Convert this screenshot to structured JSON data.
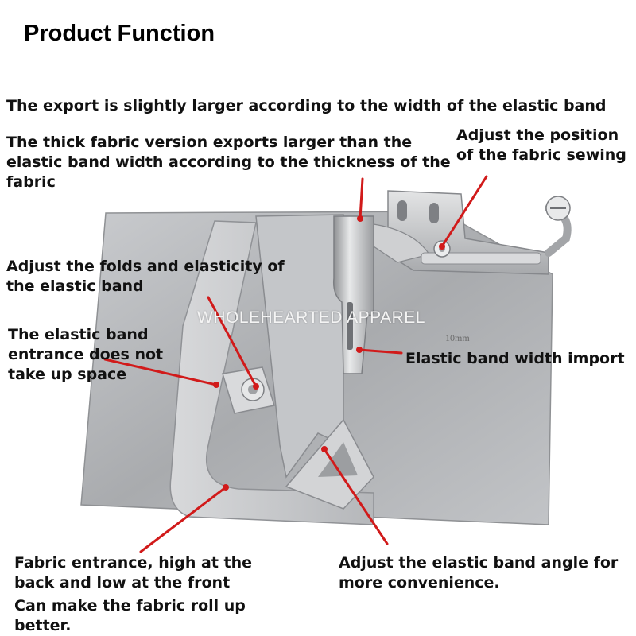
{
  "title": "Product Function",
  "watermark": "WHOLEHEARTED APPAREL",
  "engraving": "10mm",
  "colors": {
    "callout": "#d11a1a",
    "metal": "#b8babd",
    "background": "#ffffff"
  },
  "annotations": {
    "export_width": "The export is slightly larger according to the width of the elastic band",
    "thick_fabric": "The thick fabric version exports larger than the elastic band width according to the thickness of the fabric",
    "adjust_position": "Adjust the position of the fabric sewing",
    "adjust_folds": "Adjust the folds and elasticity of the elastic band",
    "entrance_space": "The elastic band entrance does not take up space",
    "width_import": "Elastic band width import",
    "fabric_entrance": "Fabric entrance, high at the back and low at the front",
    "roll_up": "Can make the fabric roll up better.",
    "angle": "Adjust the elastic band angle for more convenience."
  }
}
